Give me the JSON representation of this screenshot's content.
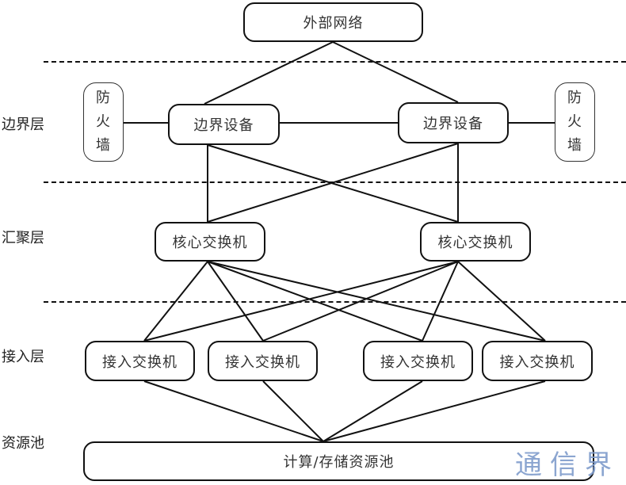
{
  "diagram": {
    "type": "network-topology",
    "layers": {
      "border": "边界层",
      "aggregation": "汇聚层",
      "access": "接入层",
      "resource": "资源池"
    },
    "nodes": {
      "external": "外部网络",
      "border_left": "边界设备",
      "border_right": "边界设备",
      "firewall_left": [
        "防",
        "火",
        "墙"
      ],
      "firewall_right": [
        "防",
        "火",
        "墙"
      ],
      "core_left": "核心交换机",
      "core_right": "核心交换机",
      "access_1": "接入交换机",
      "access_2": "接入交换机",
      "access_3": "接入交换机",
      "access_4": "接入交换机",
      "pool": "计算/存储资源池"
    },
    "edges": [
      [
        "external",
        "border_left"
      ],
      [
        "external",
        "border_right"
      ],
      [
        "firewall_left",
        "border_left"
      ],
      [
        "border_left",
        "border_right"
      ],
      [
        "border_right",
        "firewall_right"
      ],
      [
        "border_left",
        "core_left"
      ],
      [
        "border_left",
        "core_right"
      ],
      [
        "border_right",
        "core_left"
      ],
      [
        "border_right",
        "core_right"
      ],
      [
        "core_left",
        "access_1"
      ],
      [
        "core_left",
        "access_2"
      ],
      [
        "core_left",
        "access_3"
      ],
      [
        "core_left",
        "access_4"
      ],
      [
        "core_right",
        "access_1"
      ],
      [
        "core_right",
        "access_2"
      ],
      [
        "core_right",
        "access_3"
      ],
      [
        "core_right",
        "access_4"
      ],
      [
        "access_1",
        "pool"
      ],
      [
        "access_2",
        "pool"
      ],
      [
        "access_3",
        "pool"
      ],
      [
        "access_4",
        "pool"
      ]
    ]
  },
  "watermark": "通信界"
}
